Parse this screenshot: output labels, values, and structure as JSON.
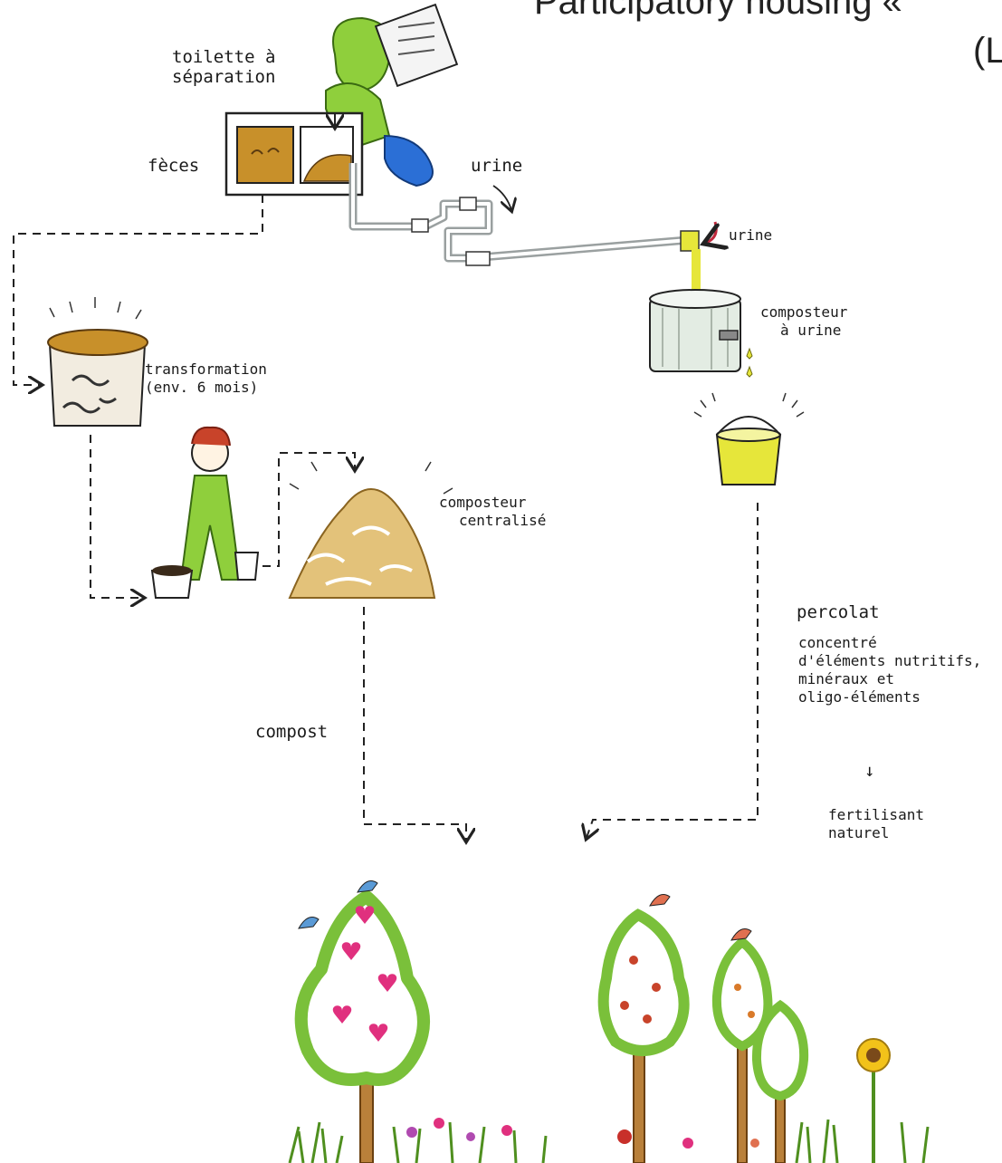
{
  "title": {
    "line1": "Participatory housing «",
    "line2": "(L"
  },
  "labels": {
    "toilet": [
      "toilette à",
      "séparation"
    ],
    "feces": "fèces",
    "urine_top": "urine",
    "urine_valve": "urine",
    "urine_composter": [
      "composteur",
      "à urine"
    ],
    "transformation": [
      "transformation",
      "(env. 6 mois)"
    ],
    "central_composter": [
      "composteur",
      "centralisé"
    ],
    "compost": "compost",
    "percolat": "percolat",
    "percolat_desc": [
      "concentré",
      "d'éléments nutritifs,",
      "minéraux et",
      "oligo-éléments"
    ],
    "arrow": "↓",
    "fertilizer": [
      "fertilisant",
      "naturel"
    ]
  },
  "colors": {
    "green": "#8fcf3c",
    "dark_green": "#4f8f1f",
    "compost_brown": "#c8902a",
    "urine_yellow": "#e6e63a",
    "pink": "#e0307e",
    "blue": "#2b6fd6",
    "grey": "#9aa0a0"
  }
}
